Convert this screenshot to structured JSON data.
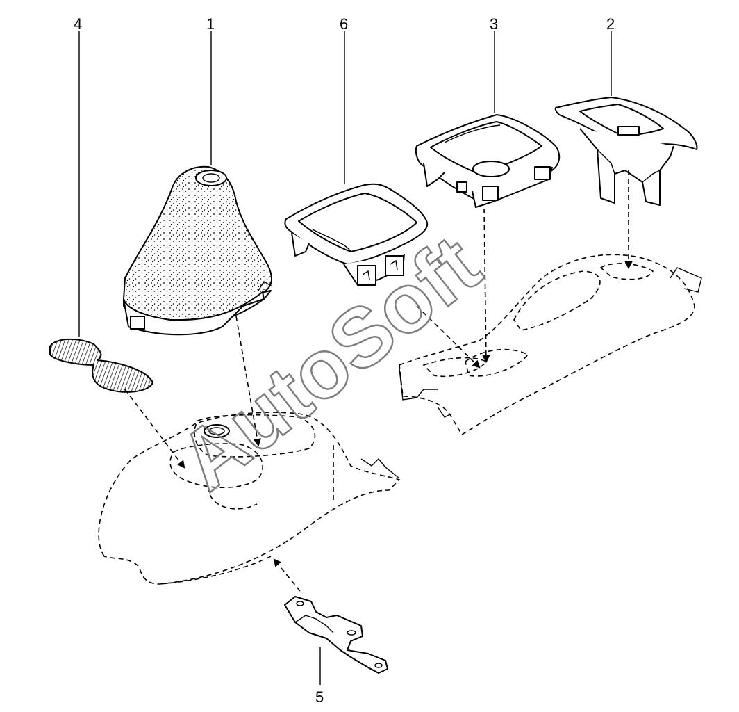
{
  "callouts": {
    "p1": "1",
    "p2": "2",
    "p3": "3",
    "p4": "4",
    "p5": "5",
    "p6": "6"
  },
  "watermark": "AutoSoft",
  "colors": {
    "line": "#000000",
    "watermark": "#7d7d7d",
    "background": "#ffffff"
  }
}
